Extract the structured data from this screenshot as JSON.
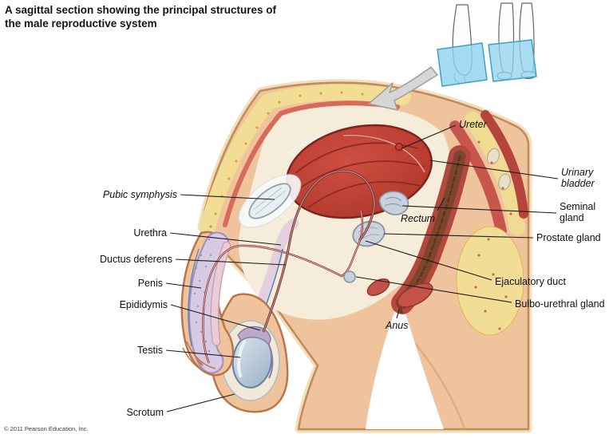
{
  "title": {
    "line1": "A sagittal section showing the principal structures of",
    "line2": "the male reproductive system"
  },
  "labels": {
    "pubic_symphysis": "Pubic symphysis",
    "urethra": "Urethra",
    "ductus_deferens": "Ductus deferens",
    "penis": "Penis",
    "epididymis": "Epididymis",
    "testis": "Testis",
    "scrotum": "Scrotum",
    "ureter": "Ureter",
    "urinary_bladder": "Urinary\nbladder",
    "rectum": "Rectum",
    "seminal_gland": "Seminal\ngland",
    "prostate_gland": "Prostate gland",
    "ejaculatory_duct": "Ejaculatory duct",
    "bulbo_urethral_gland": "Bulbo-urethral gland",
    "anus": "Anus"
  },
  "copyright": "© 2011 Pearson Education, Inc.",
  "palette": {
    "skin": "#efc49c",
    "fat": "#f2dd94",
    "muscle": "#c9564c",
    "bladder": "#bf3d33",
    "bone_cartilage": "#e7eef0",
    "erectile_tissue": "#d7cbe4",
    "testis": "#b7c8d9",
    "section_plane": "#8fd2ee"
  }
}
